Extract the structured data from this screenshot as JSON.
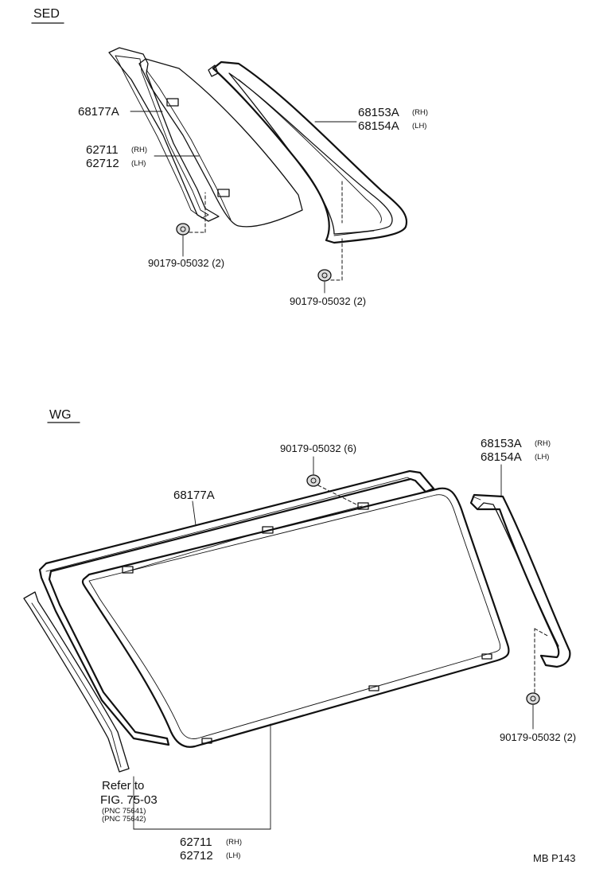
{
  "sed": {
    "section_label": "SED",
    "moulding_part": "68177A",
    "glass_rh": "62711",
    "glass_rh_side": "(RH)",
    "glass_lh": "62712",
    "glass_lh_side": "(LH)",
    "weatherstrip_rh": "68153A",
    "weatherstrip_rh_side": "(RH)",
    "weatherstrip_lh": "68154A",
    "weatherstrip_lh_side": "(LH)",
    "nut_left": "90179-05032 (2)",
    "nut_right": "90179-05032 (2)"
  },
  "wg": {
    "section_label": "WG",
    "nut_top": "90179-05032 (6)",
    "moulding_part": "68177A",
    "weatherstrip_rh": "68153A",
    "weatherstrip_rh_side": "(RH)",
    "weatherstrip_lh": "68154A",
    "weatherstrip_lh_side": "(LH)",
    "nut_right": "90179-05032 (2)",
    "refer_line1": "Refer to",
    "refer_line2": "FIG. 75-03",
    "refer_pnc1": "(PNC 75641)",
    "refer_pnc2": "(PNC 75642)",
    "glass_rh": "62711",
    "glass_rh_side": "(RH)",
    "glass_lh": "62712",
    "glass_lh_side": "(LH)"
  },
  "figure_code": "MB P143"
}
